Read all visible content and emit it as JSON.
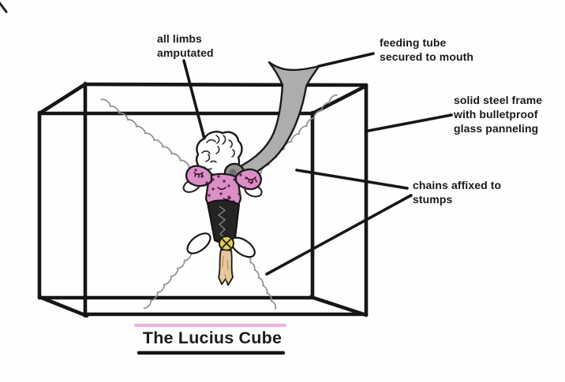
{
  "title": {
    "text": "The Lucius Cube"
  },
  "annotations": {
    "all_limbs": "all limbs\namputated",
    "feeding_tube": "feeding tube\nsecured to mouth",
    "steel_frame": "solid steel frame\nwith bulletproof\nglass panneling",
    "chains": "chains affixed to\nstumps"
  },
  "drawing": {
    "subject": "hand-drawn amputated figure suspended by chains inside a wireframe cube with a feeding funnel",
    "colors": {
      "frame_black": "#161616",
      "funnel_gray": "#adadad",
      "coupling_gray": "#919191",
      "chain_gray": "#8f8f8f",
      "dress_pink": "#dc8ec6",
      "corset_black": "#242424",
      "buckle_gold": "#e6cf55",
      "braid_tan": "#e9c79e",
      "title_pink_line": "#efaede",
      "background": "#fefefe"
    }
  }
}
